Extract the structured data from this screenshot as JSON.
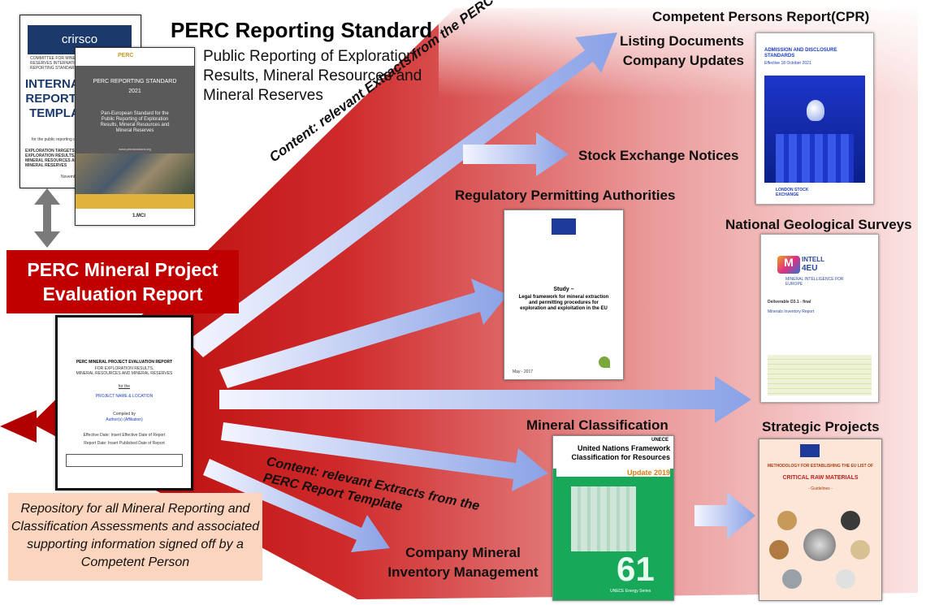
{
  "header": {
    "title": "PERC Reporting Standard",
    "subtitle_lines": [
      "Public Reporting of Exploration",
      "Results, Mineral Resources and",
      "Mineral Reserves"
    ]
  },
  "perc_report": {
    "title_lines": [
      "PERC Mineral Project",
      "Evaluation Report"
    ],
    "cover": {
      "title": "PERC MINERAL PROJECT EVALUATION REPORT",
      "sub1": "FOR EXPLORATION RESULTS,",
      "sub2": "MINERAL RESOURCES AND MINERAL RESERVES",
      "for_the": "for the",
      "project": "PROJECT NAME & LOCATION",
      "compiled_by": "Compiled by",
      "authors": "Author(s) (Affiliation)",
      "effective": "Effective Date: Insert Effective Date of Report",
      "report_date": "Report Date: Insert Published Date of Report"
    }
  },
  "repository_note": "Repository for all Mineral Reporting and Classification Assessments and associated supporting information signed off by a Competent Person",
  "arrow_labels": {
    "top": "Content: relevant Extracts from the PERC Report Template",
    "bottom_line1": "Content: relevant Extracts from the",
    "bottom_line2": "PERC Report Template"
  },
  "destinations": {
    "cpr": "Competent Persons Report(CPR)",
    "listing": "Listing Documents",
    "company_updates": "Company Updates",
    "stock_exchange": "Stock Exchange Notices",
    "regulatory": "Regulatory  Permitting Authorities",
    "geological": "National Geological Surveys",
    "mineral_classification": "Mineral Classification",
    "strategic": "Strategic Projects",
    "inventory_line1": "Company Mineral",
    "inventory_line2": "Inventory Management"
  },
  "docs": {
    "crirsco": {
      "logo": "crirsco",
      "sub": "COMMITTEE FOR MINERAL RESERVES INTERNATIONAL REPORTING STANDARDS",
      "head_lines": [
        "INTERNATIONAL",
        "REPORTING",
        "TEMPLATE"
      ],
      "for_public": "for the public reporting of",
      "small": "EXPLORATION TARGETS, EXPLORATION RESULTS, MINERAL RESOURCES AND MINERAL RESERVES",
      "date": "November 2019"
    },
    "perc_standard": {
      "logo": "PERC",
      "title": "PERC REPORTING STANDARD",
      "year": "2021",
      "desc": "Pan-European Standard for the Public Reporting of Exploration Results, Mineral Resources and Mineral Reserves",
      "url": "www.percstandard.org",
      "footer": "1.MCI"
    },
    "admission": {
      "title": "ADMISSION AND DISCLOSURE STANDARDS",
      "effective": "Effective 18 October 2021",
      "footer": "LONDON STOCK EXCHANGE"
    },
    "eu_study": {
      "study": "Study –",
      "body": "Legal framework for mineral extraction and permitting procedures for exploration and exploitation in the EU",
      "date": "May - 2017"
    },
    "mintell": {
      "logo_m": "M",
      "logo_text": "INTELL",
      "logo_num": "4EU",
      "tagline": "MINERAL INTELLIGENCE FOR EUROPE",
      "deliverable": "Deliverable D3.1 - final",
      "report": "Minerals Inventory Report"
    },
    "unfc": {
      "org": "UNECE",
      "title": "United Nations Framework Classification for Resources",
      "update": "Update 2019",
      "number": "61",
      "series": "UNECE Energy Series"
    },
    "crm": {
      "title": "METHODOLOGY FOR ESTABLISHING THE EU LIST OF",
      "highlight": "CRITICAL RAW MATERIALS",
      "guidelines": "- Guidelines -"
    }
  },
  "colors": {
    "red": "#c00000",
    "arrow_light": "#e8ecff",
    "arrow_blue": "#8fa6e8",
    "peach": "#fbd5bd"
  }
}
